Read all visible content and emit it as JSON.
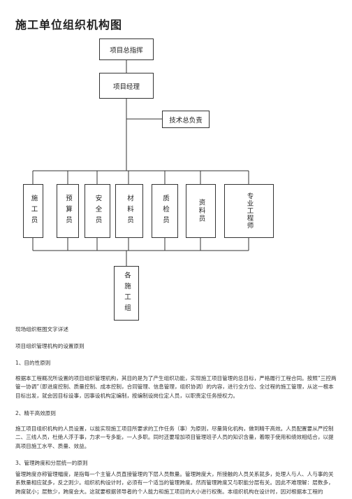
{
  "doc": {
    "title": "施工单位组织机构图",
    "org": {
      "top": "项目总指挥",
      "manager": "项目经理",
      "tech": "技术总负责",
      "staff": [
        "施工员",
        "预算员",
        "安全员",
        "材料员",
        "质检员",
        "资料员",
        "专业工程师"
      ],
      "teams": "各施工组"
    },
    "paragraphs": [
      "现场组织框图文字详述",
      "项目组织管理机构的设置原则",
      "1、目的性原则",
      "根据本工程概况所设置的项目组织管理机构，其目的是为了产生组织功能，实现施工项目管理的总目标，严格履行工程合同。按照“三控两管一协调”（即进度控制、质量控制、成本控制，合同管理、信息管理，组织协调）的内容，进行全方位、全过程的施工管理，从这一根本目标出发，就会因目标设事，因事设机构定编制，按编制设岗位定人员，以职责定任务授权力。",
      "2、精干高效原则",
      "施工项目组织机构的人员设置，以能实现施工项目所要求的工作任务（事）为原则，尽量简化机构，做到精干高效。人员配置要从严控制二、三线人员，杜绝人浮于事，力求一专多能，一人多职。同时还要增加项目管理班子人员的知识含量，着眼于使用和绩效相结合，以提高项目施工水平、质量、效益。",
      "3、管理跨度和分层统一的原则",
      "管理跨度亦称管理幅度，是指每一个主管人员直接管理的下层人员数量。管理跨度大，所接触的人员关系就多，处理人与人、人与事的关系数量相应就多，反之则少。组织机构设计时，必须有一个适当的管理跨度。然而管理跨度又与职能分层有关。因此不难理解：层数多，跨度就小；层数少，跨度会大。这就要根据领导者的个人能力和施工项目的大小进行权衡。本组织机构在设计时，因对根据本工程的"
    ]
  }
}
